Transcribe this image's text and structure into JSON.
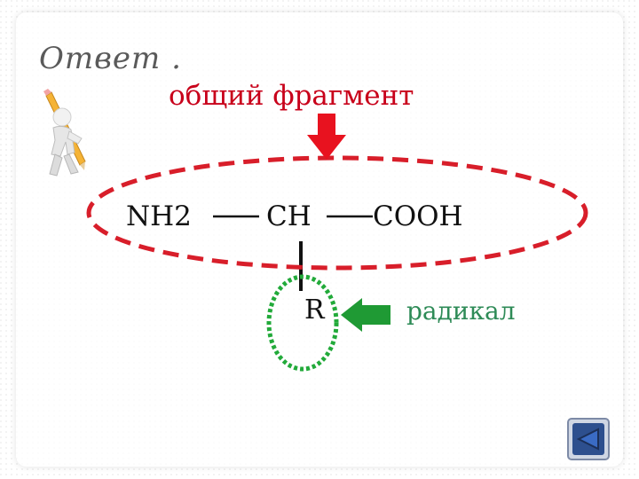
{
  "title": "Ответ .",
  "subtitle": "общий фрагмент",
  "formula": {
    "amino": "NH2",
    "carbon": "CH",
    "carboxyl": "COOH",
    "radical_symbol": "R"
  },
  "radical_label": "радикал",
  "colors": {
    "title": "#5a5a5a",
    "subtitle": "#c8001a",
    "red_ellipse": "#d81e2a",
    "green_ellipse": "#22aa3a",
    "red_arrow": "#e8121f",
    "green_arrow": "#1f9a34",
    "nav_button": "#2d4f8e"
  },
  "icons": {
    "illustration": "pencil-figure-icon",
    "navigation": "back-arrow-icon"
  }
}
